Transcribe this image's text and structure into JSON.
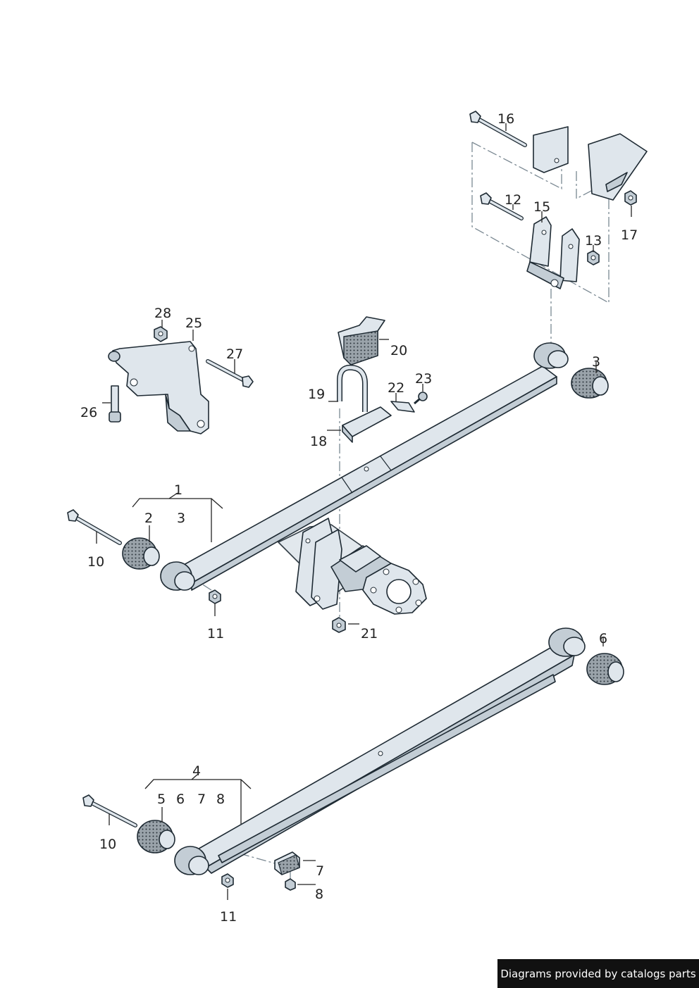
{
  "colors": {
    "line": "#1e2a33",
    "part_fill": "#dfe6ec",
    "part_shade": "#c3cdd5",
    "rubber": "#9aa3aa",
    "footer_bg": "#111111",
    "footer_text": "#ffffff"
  },
  "callouts": {
    "c1": "1",
    "c2": "2",
    "c3a": "3",
    "c3b": "3",
    "c4": "4",
    "c5": "5",
    "c6a": "6",
    "c6b": "6",
    "c7a": "7",
    "c7b": "7",
    "c8a": "8",
    "c8b": "8",
    "c10a": "10",
    "c10b": "10",
    "c11a": "11",
    "c11b": "11",
    "c12": "12",
    "c13": "13",
    "c15": "15",
    "c16": "16",
    "c17": "17",
    "c18": "18",
    "c19": "19",
    "c20": "20",
    "c21": "21",
    "c22": "22",
    "c23": "23",
    "c25": "25",
    "c26": "26",
    "c27": "27",
    "c28": "28"
  },
  "footer": {
    "text": "Diagrams provided by catalogs parts"
  }
}
